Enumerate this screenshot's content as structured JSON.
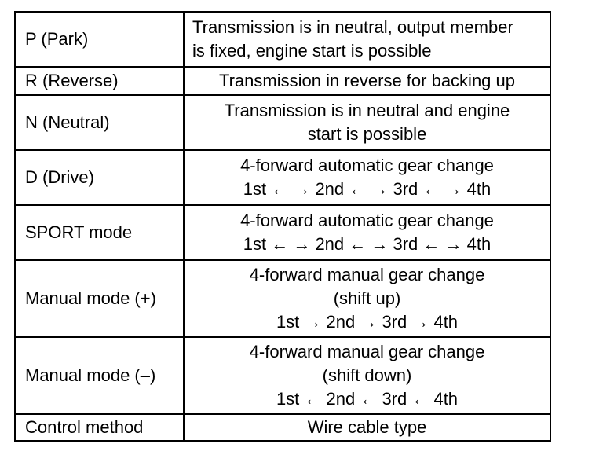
{
  "table": {
    "rows": [
      {
        "mode": "P (Park)",
        "desc": [
          "Transmission is in neutral, output member",
          "is fixed, engine start is possible"
        ]
      },
      {
        "mode": "R (Reverse)",
        "desc": [
          "Transmission in reverse for backing up"
        ]
      },
      {
        "mode": "N (Neutral)",
        "desc": [
          "Transmission is in neutral and engine",
          "start is possible"
        ]
      },
      {
        "mode": "D (Drive)",
        "desc": [
          "4-forward automatic gear change",
          "1st ← → 2nd ← → 3rd ← → 4th"
        ]
      },
      {
        "mode": "SPORT mode",
        "desc": [
          "4-forward automatic gear change",
          "1st ← → 2nd ← → 3rd ← → 4th"
        ]
      },
      {
        "mode": "Manual mode (+)",
        "desc": [
          "4-forward manual gear change",
          "(shift up)",
          "1st → 2nd → 3rd → 4th"
        ]
      },
      {
        "mode": "Manual mode (–)",
        "desc": [
          "4-forward manual gear change",
          "(shift down)",
          "1st ← 2nd ← 3rd ← 4th"
        ]
      },
      {
        "mode": "Control method",
        "desc": [
          "Wire cable type"
        ]
      }
    ]
  }
}
